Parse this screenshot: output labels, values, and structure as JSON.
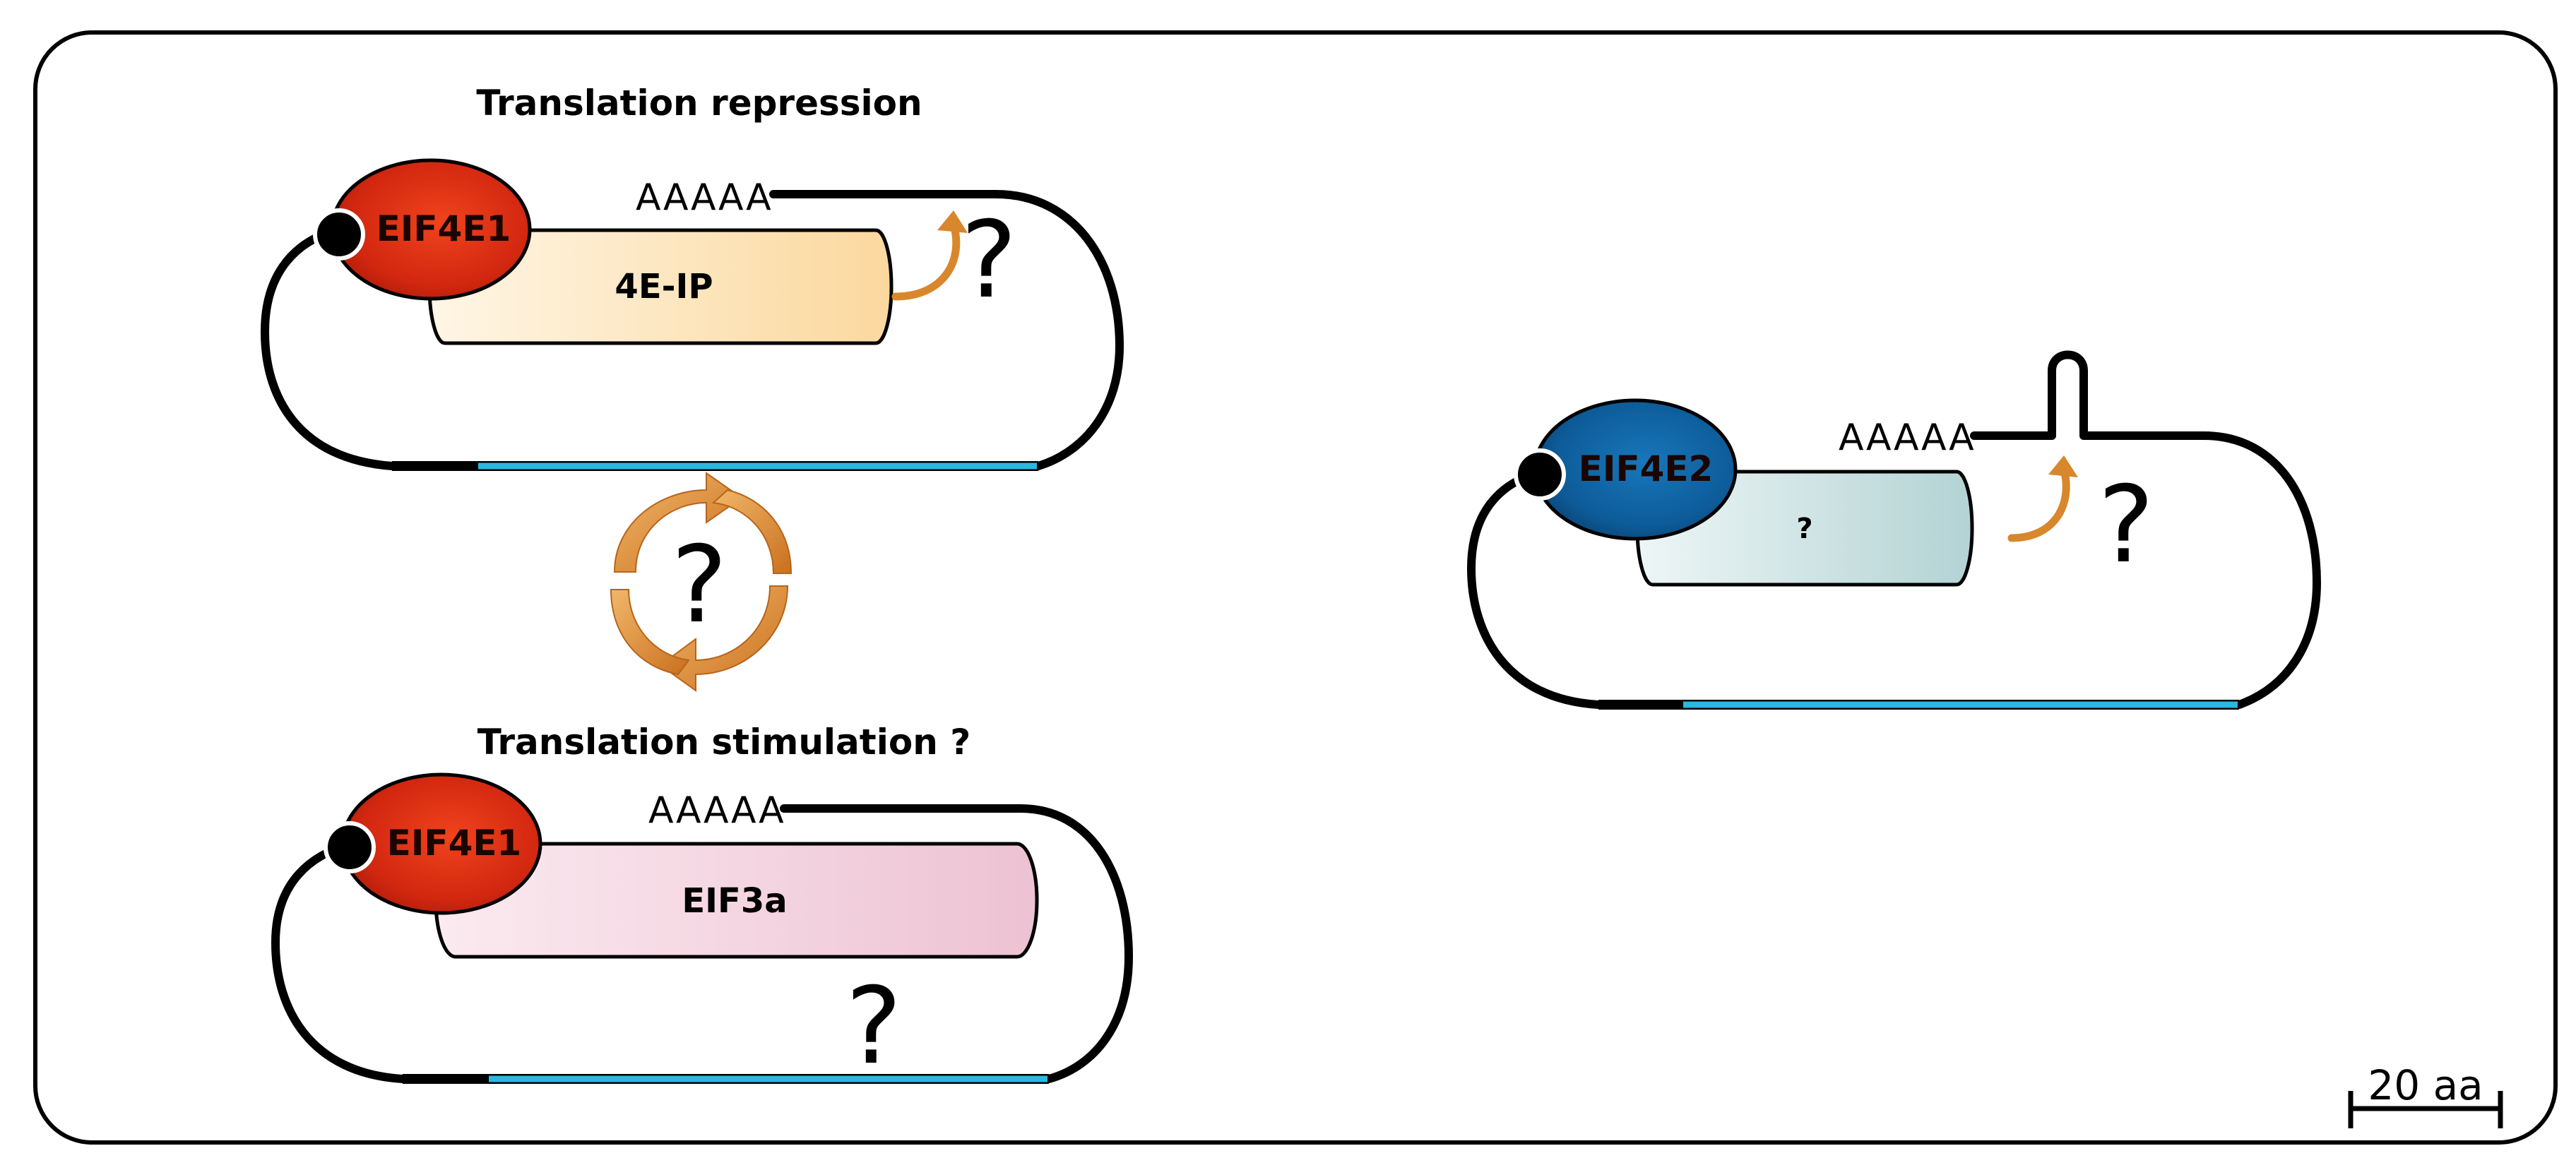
{
  "panels": {
    "repression": {
      "title": "Translation repression",
      "cap_protein": "EIF4E1",
      "partner": "4E-IP",
      "polya": "AAAAA",
      "question": "?"
    },
    "cycle": {
      "question": "?"
    },
    "stimulation": {
      "title": "Translation stimulation ?",
      "cap_protein": "EIF4E1",
      "partner": "EIF3a",
      "polya": "AAAAA",
      "question": "?"
    },
    "eif4e2": {
      "cap_protein": "EIF4E2",
      "partner": "?",
      "polya": "AAAAA",
      "question": "?"
    }
  },
  "scale_bar": {
    "label": "20 aa"
  },
  "colors": {
    "eif4e1_red": "#d42a12",
    "eif4e2_blue": "#0f5f9e",
    "cds_cyan": "#2ab8df",
    "arrow_orange": "#d8872c",
    "partner_4eip": "#fbdcaa",
    "partner_eif3a": "#eec6d6",
    "partner_unknown": "#b7d5d6"
  }
}
